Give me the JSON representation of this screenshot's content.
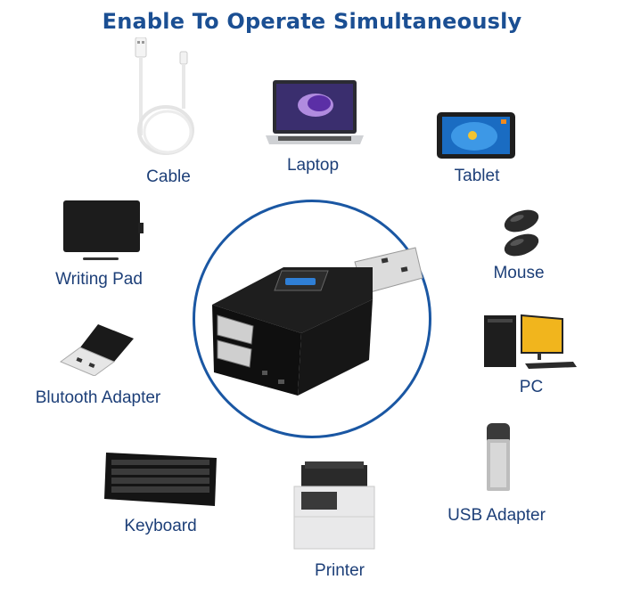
{
  "title": "Enable To Operate Simultaneously",
  "colors": {
    "title": "#1b4f93",
    "label": "#1d3f78",
    "circle_border": "#1a57a3",
    "usb3_port": "#2f7fd6"
  },
  "center_product": {
    "name": "3-port USB hub",
    "ports": [
      "USB 3.0 (blue)",
      "USB 2.0",
      "USB 2.0"
    ]
  },
  "devices": [
    {
      "id": "cable",
      "label": "Cable",
      "icon": "cable-icon"
    },
    {
      "id": "laptop",
      "label": "Laptop",
      "icon": "laptop-icon"
    },
    {
      "id": "tablet",
      "label": "Tablet",
      "icon": "tablet-icon"
    },
    {
      "id": "writing-pad",
      "label": "Writing Pad",
      "icon": "writing-pad-icon"
    },
    {
      "id": "mouse",
      "label": "Mouse",
      "icon": "mouse-icon"
    },
    {
      "id": "bluetooth-adapter",
      "label": "Blutooth  Adapter",
      "icon": "bluetooth-adapter-icon"
    },
    {
      "id": "pc",
      "label": "PC",
      "icon": "pc-icon"
    },
    {
      "id": "keyboard",
      "label": "Keyboard",
      "icon": "keyboard-icon"
    },
    {
      "id": "printer",
      "label": "Printer",
      "icon": "printer-icon"
    },
    {
      "id": "usb-adapter",
      "label": "USB Adapter",
      "icon": "usb-adapter-icon"
    }
  ]
}
